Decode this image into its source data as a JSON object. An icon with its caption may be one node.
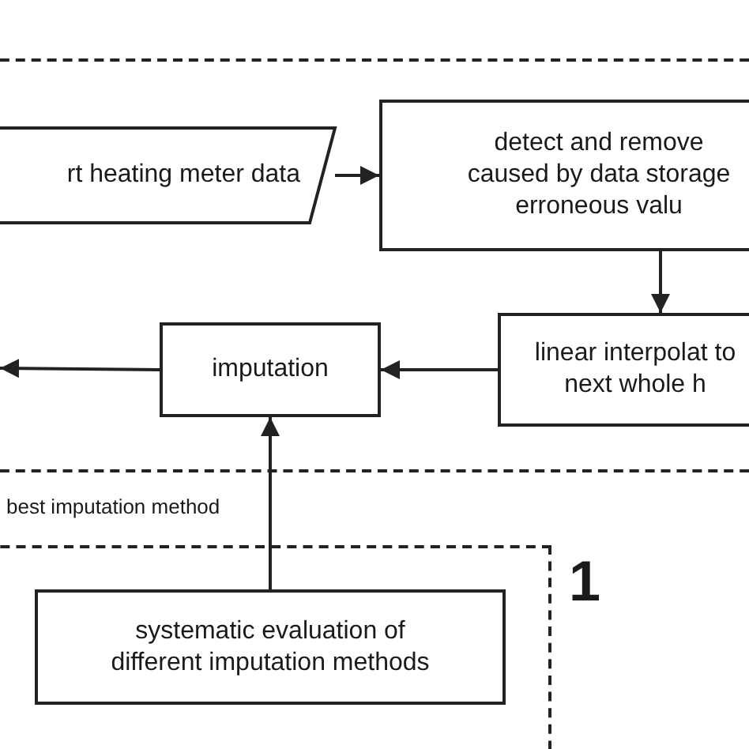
{
  "diagram": {
    "nodes": [
      {
        "text": [],
        "shape": "box"
      },
      {
        "text": [
          "rt heating meter data"
        ],
        "in": 0
      },
      {
        "text": [
          "detect and remove caused by data storage erroneous valu"
        ],
        "in": 0
      },
      {
        "text": [
          "linear interpolat to next whole h"
        ],
        "in": 0
      },
      {
        "text": [
          "imputation"
        ],
        "in": 0
      },
      {
        "text": [],
        "shape": "box",
        "beside": [
          "1"
        ]
      },
      {
        "text": [
          "systematic evaluation of different imputation methods"
        ],
        "in": 5
      }
    ],
    "edges": [
      {
        "from": 1,
        "to": 2,
        "arrow": "to"
      },
      {
        "from": 2,
        "to": 3,
        "arrow": "to"
      },
      {
        "from": 3,
        "to": 4,
        "arrow": "to"
      },
      {
        "from": 4,
        "to": null,
        "arrow": "to"
      },
      {
        "from": 6,
        "to": 4,
        "arrow": "to",
        "label": "best imputation method"
      }
    ]
  }
}
